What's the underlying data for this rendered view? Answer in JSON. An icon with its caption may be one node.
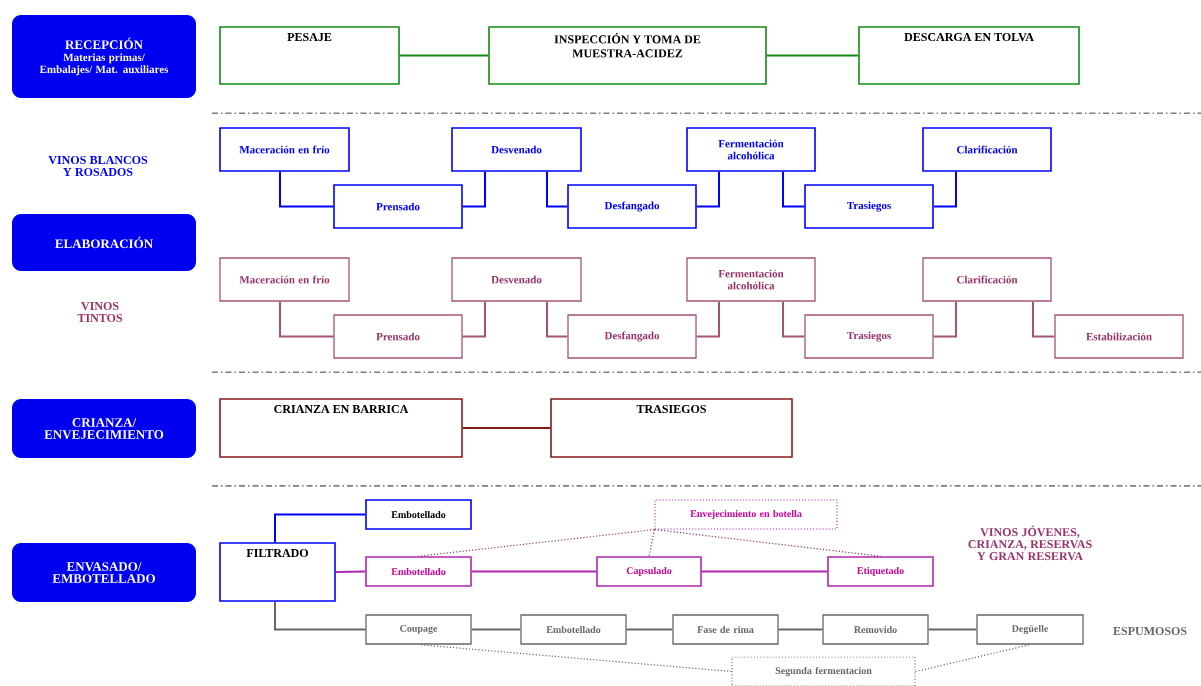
{
  "diagram": {
    "nodes": [
      {
        "text": [
          "RECEPCIÓN",
          "Materias primas/ Embalajes/ Mat. auxiliares"
        ]
      },
      {
        "text": [
          "PESAJE"
        ]
      },
      {
        "text": [
          "INSPECCIÓN Y TOMA DE MUESTRA-ACIDEZ"
        ]
      },
      {
        "text": [
          "DESCARGA EN TOLVA"
        ]
      },
      {
        "text": [
          "ELABORACIÓN"
        ]
      },
      {
        "text": [
          "Maceración en frío"
        ]
      },
      {
        "text": [
          "Prensado"
        ]
      },
      {
        "text": [
          "Desvenado"
        ]
      },
      {
        "text": [
          "Desfangado"
        ]
      },
      {
        "text": [
          "Fermentación alcohólica"
        ]
      },
      {
        "text": [
          "Trasiegos"
        ]
      },
      {
        "text": [
          "Clarificación"
        ]
      },
      {
        "text": [
          "Maceración en frío"
        ]
      },
      {
        "text": [
          "Prensado"
        ]
      },
      {
        "text": [
          "Desvenado"
        ]
      },
      {
        "text": [
          "Desfangado"
        ]
      },
      {
        "text": [
          "Fermentación alcohólica"
        ]
      },
      {
        "text": [
          "Trasiegos"
        ]
      },
      {
        "text": [
          "Clarificación"
        ]
      },
      {
        "text": [
          "Estabilización"
        ]
      },
      {
        "text": [
          "CRIANZA/ ENVEJECIMIENTO"
        ]
      },
      {
        "text": [
          "CRIANZA EN BARRICA"
        ]
      },
      {
        "text": [
          "TRASIEGOS"
        ]
      },
      {
        "text": [
          "ENVASADO/ EMBOTELLADO"
        ]
      },
      {
        "text": [
          "FILTRADO"
        ]
      },
      {
        "text": [
          "Embotellado"
        ]
      },
      {
        "text": [
          "Envejecimiento en botella"
        ]
      },
      {
        "text": [
          "Embotellado"
        ]
      },
      {
        "text": [
          "Capsulado"
        ]
      },
      {
        "text": [
          "Etiquetado"
        ]
      },
      {
        "text": [
          "Coupage"
        ]
      },
      {
        "text": [
          "Embotellado"
        ]
      },
      {
        "text": [
          "Fase de rima"
        ]
      },
      {
        "text": [
          "Removido"
        ]
      },
      {
        "text": [
          "Degüelle"
        ]
      },
      {
        "text": [
          "Segunda fermentacion"
        ]
      }
    ],
    "edges": [
      {
        "from": 1,
        "to": 2,
        "arrow": "none",
        "color": "#138a13"
      },
      {
        "from": 2,
        "to": 3,
        "arrow": "none",
        "color": "#138a13"
      },
      {
        "from": 5,
        "to": 6,
        "arrow": "none",
        "color": "#0000ff"
      },
      {
        "from": 6,
        "to": 7,
        "arrow": "none",
        "color": "#0000ff"
      },
      {
        "from": 7,
        "to": 8,
        "arrow": "none",
        "color": "#0000ff"
      },
      {
        "from": 8,
        "to": 9,
        "arrow": "none",
        "color": "#0000ff"
      },
      {
        "from": 9,
        "to": 10,
        "arrow": "none",
        "color": "#0000ff"
      },
      {
        "from": 10,
        "to": 11,
        "arrow": "none",
        "color": "#0000ff"
      },
      {
        "from": 12,
        "to": 13,
        "arrow": "none",
        "color": "#a5527a"
      },
      {
        "from": 13,
        "to": 14,
        "arrow": "none",
        "color": "#a5527a"
      },
      {
        "from": 14,
        "to": 15,
        "arrow": "none",
        "color": "#a5527a"
      },
      {
        "from": 15,
        "to": 16,
        "arrow": "none",
        "color": "#a5527a"
      },
      {
        "from": 16,
        "to": 17,
        "arrow": "none",
        "color": "#a5527a"
      },
      {
        "from": 17,
        "to": 18,
        "arrow": "none",
        "color": "#a5527a"
      },
      {
        "from": 18,
        "to": 19,
        "arrow": "none",
        "color": "#a5527a"
      },
      {
        "from": 21,
        "to": 22,
        "arrow": "none",
        "color": "#8b1a1a"
      },
      {
        "from": 24,
        "to": 25,
        "arrow": "none",
        "color": "#0000ff"
      },
      {
        "from": 24,
        "to": 27,
        "arrow": "none",
        "color": "#b026b0"
      },
      {
        "from": 27,
        "to": 28,
        "arrow": "none",
        "color": "#b026b0"
      },
      {
        "from": 28,
        "to": 29,
        "arrow": "none",
        "color": "#b026b0"
      },
      {
        "from": 24,
        "to": 30,
        "arrow": "none",
        "color": "#666666"
      },
      {
        "from": 30,
        "to": 31,
        "arrow": "none",
        "color": "#666666"
      },
      {
        "from": 31,
        "to": 32,
        "arrow": "none",
        "color": "#666666"
      },
      {
        "from": 32,
        "to": 33,
        "arrow": "none",
        "color": "#666666"
      },
      {
        "from": 33,
        "to": 34,
        "arrow": "none",
        "color": "#666666"
      },
      {
        "from": 26,
        "to": 27,
        "arrow": "none",
        "style": "dashed",
        "color": "#8b3a6e"
      },
      {
        "from": 26,
        "to": 28,
        "arrow": "none",
        "style": "dashed",
        "color": "#8b3a6e"
      },
      {
        "from": 26,
        "to": 29,
        "arrow": "none",
        "style": "dashed",
        "color": "#8b3a6e"
      },
      {
        "from": 35,
        "to": 30,
        "arrow": "none",
        "style": "dashed",
        "color": "#666666"
      },
      {
        "from": 35,
        "to": 34,
        "arrow": "none",
        "style": "dashed",
        "color": "#666666"
      }
    ],
    "labels": [
      "VINOS BLANCOS Y ROSADOS",
      "VINOS TINTOS",
      "VINOS JÓVENES, CRIANZA, RESERVAS Y GRAN RESERVA",
      "ESPUMOSOS"
    ]
  }
}
